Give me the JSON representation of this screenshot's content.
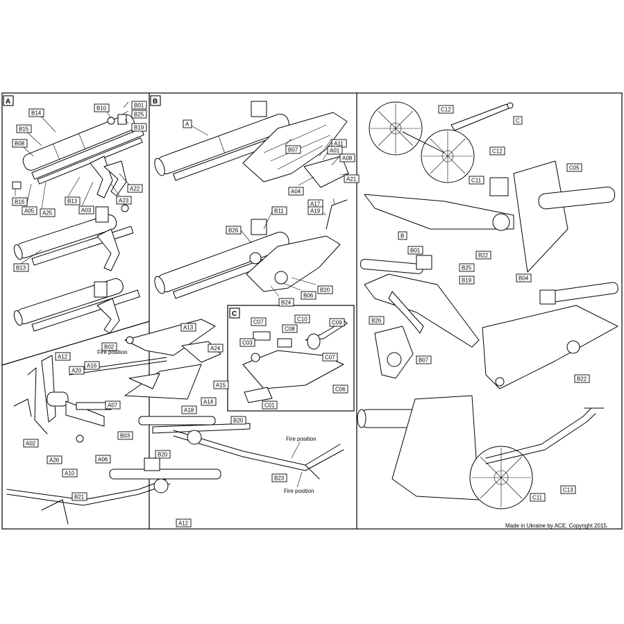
{
  "sections": [
    "A",
    "B",
    "C"
  ],
  "notes": {
    "fire_position": "Fire position",
    "copyright": "Made in Ukraine by ACE. Copyright 2015."
  },
  "parts": {
    "a": [
      "B14",
      "B15",
      "B08",
      "B16",
      "A05",
      "A25",
      "B13",
      "A03",
      "A23",
      "A22",
      "B10",
      "B01",
      "B25",
      "B19",
      "B13",
      "B01"
    ],
    "b": [
      "A",
      "B07",
      "A11",
      "A01",
      "A08",
      "A21",
      "A04",
      "A17",
      "A19",
      "B11",
      "B26",
      "B20",
      "B06",
      "B24"
    ],
    "c": [
      "C07",
      "C10",
      "C08",
      "C09",
      "C03",
      "C07",
      "C06",
      "C01"
    ],
    "lower_left": [
      "A13",
      "A24",
      "B02",
      "A12",
      "A20",
      "A16",
      "A15",
      "A14",
      "A18",
      "A07",
      "A02",
      "A26",
      "A10",
      "B03",
      "A06",
      "B20",
      "B20",
      "B23",
      "B21",
      "A12"
    ],
    "right": [
      "C12",
      "C",
      "C12",
      "C11",
      "C05",
      "B",
      "B22",
      "B04",
      "B01",
      "B25",
      "B19",
      "B26",
      "B07",
      "B22",
      "C13",
      "C11"
    ]
  }
}
